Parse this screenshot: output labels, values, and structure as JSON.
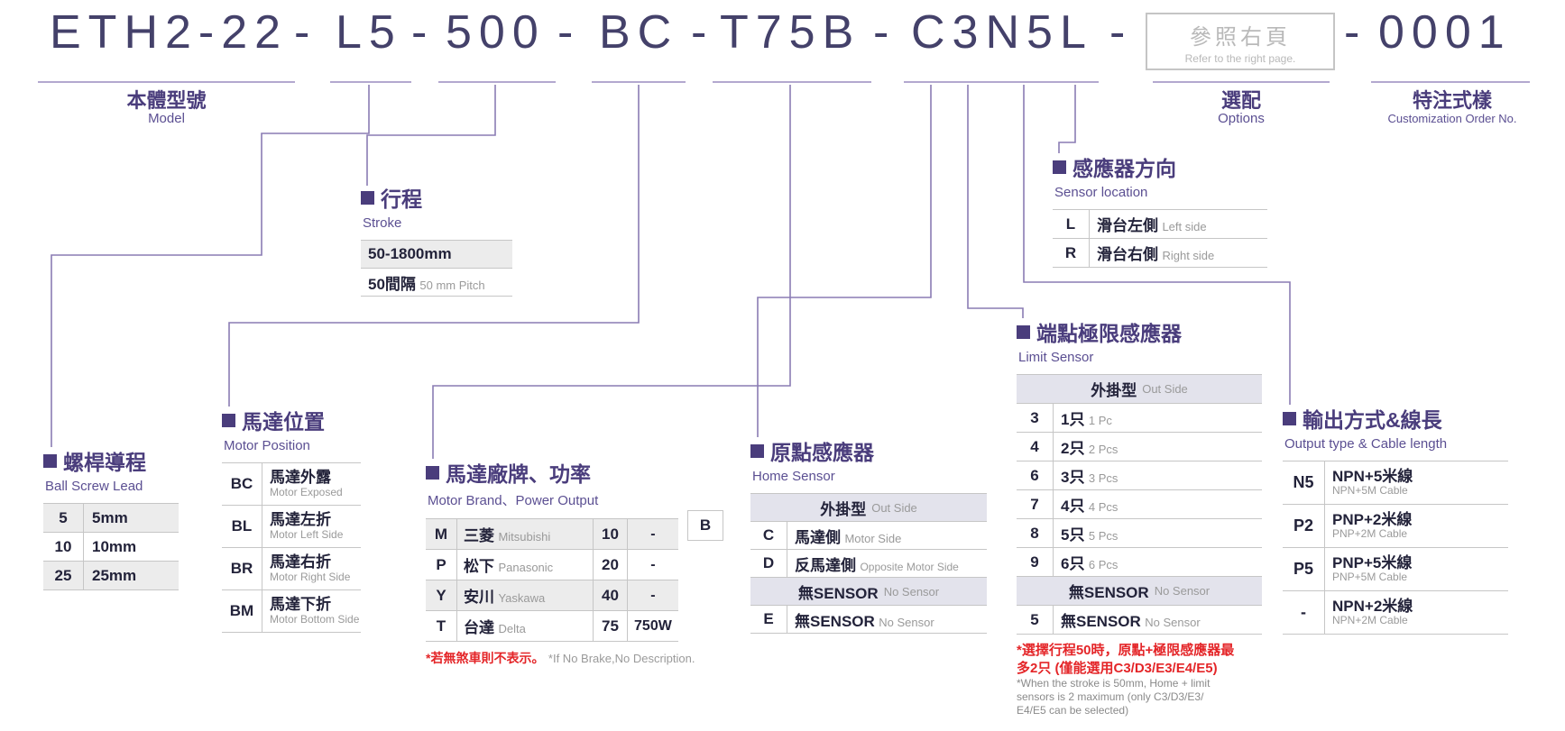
{
  "code": {
    "model": "ETH2-22",
    "dash": "-",
    "lead": "L5",
    "stroke": "500",
    "motor_position": "BC",
    "motor": "T75B",
    "sensor": "C3N5L",
    "order_no": "0001"
  },
  "options_box": {
    "zh": "參照右頁",
    "en": "Refer to the right page."
  },
  "top_labels": {
    "model_zh": "本體型號",
    "model_en": "Model",
    "options_zh": "選配",
    "options_en": "Options",
    "custom_zh": "特注式樣",
    "custom_en": "Customization Order No."
  },
  "sections": {
    "ball_screw": {
      "title": "螺桿導程",
      "subtitle": "Ball Screw Lead",
      "rows": [
        {
          "code": "5",
          "value": "5mm"
        },
        {
          "code": "10",
          "value": "10mm"
        },
        {
          "code": "25",
          "value": "25mm"
        }
      ]
    },
    "motor_position": {
      "title": "馬達位置",
      "subtitle": "Motor Position",
      "rows": [
        {
          "code": "BC",
          "zh": "馬達外露",
          "en": "Motor Exposed"
        },
        {
          "code": "BL",
          "zh": "馬達左折",
          "en": "Motor Left Side"
        },
        {
          "code": "BR",
          "zh": "馬達右折",
          "en": "Motor Right Side"
        },
        {
          "code": "BM",
          "zh": "馬達下折",
          "en": "Motor Bottom Side"
        }
      ]
    },
    "stroke": {
      "title": "行程",
      "subtitle": "Stroke",
      "range": "50-1800mm",
      "pitch_zh": "50間隔",
      "pitch_en": "50 mm Pitch"
    },
    "motor_brand": {
      "title": "馬達廠牌、功率",
      "subtitle": "Motor Brand、Power Output",
      "rows": [
        {
          "code": "M",
          "zh": "三菱",
          "en": "Mitsubishi",
          "pcode": "10",
          "pval": "-"
        },
        {
          "code": "P",
          "zh": "松下",
          "en": "Panasonic",
          "pcode": "20",
          "pval": "-"
        },
        {
          "code": "Y",
          "zh": "安川",
          "en": "Yaskawa",
          "pcode": "40",
          "pval": "-"
        },
        {
          "code": "T",
          "zh": "台達",
          "en": "Delta",
          "pcode": "75",
          "pval": "750W"
        }
      ],
      "brake": "B",
      "note_zh": "*若無煞車則不表示。",
      "note_en": "*If No Brake,No Description."
    },
    "home_sensor": {
      "title": "原點感應器",
      "subtitle": "Home Sensor",
      "group_out_zh": "外掛型",
      "group_out_en": "Out Side",
      "rows": [
        {
          "code": "C",
          "zh": "馬達側",
          "en": "Motor Side"
        },
        {
          "code": "D",
          "zh": "反馬達側",
          "en": "Opposite Motor Side"
        }
      ],
      "group_none_zh": "無SENSOR",
      "group_none_en": "No Sensor",
      "none_row": {
        "code": "E",
        "zh": "無SENSOR",
        "en": "No Sensor"
      }
    },
    "limit_sensor": {
      "title": "端點極限感應器",
      "subtitle": "Limit Sensor",
      "group_out_zh": "外掛型",
      "group_out_en": "Out Side",
      "rows": [
        {
          "code": "3",
          "zh": "1只",
          "en": "1 Pc"
        },
        {
          "code": "4",
          "zh": "2只",
          "en": "2 Pcs"
        },
        {
          "code": "6",
          "zh": "3只",
          "en": "3 Pcs"
        },
        {
          "code": "7",
          "zh": "4只",
          "en": "4 Pcs"
        },
        {
          "code": "8",
          "zh": "5只",
          "en": "5 Pcs"
        },
        {
          "code": "9",
          "zh": "6只",
          "en": "6 Pcs"
        }
      ],
      "group_none_zh": "無SENSOR",
      "group_none_en": "No Sensor",
      "none_row": {
        "code": "5",
        "zh": "無SENSOR",
        "en": "No Sensor"
      },
      "note_zh_lines": [
        "*選擇行程50時，原點+極限感應器最",
        "多2只 (僅能選用C3/D3/E3/E4/E5)"
      ],
      "note_en_lines": [
        "*When the stroke is 50mm, Home + limit",
        "sensors is 2 maximum (only C3/D3/E3/",
        "E4/E5 can be selected)"
      ]
    },
    "sensor_location": {
      "title": "感應器方向",
      "subtitle": "Sensor location",
      "rows": [
        {
          "code": "L",
          "zh": "滑台左側",
          "en": "Left side"
        },
        {
          "code": "R",
          "zh": "滑台右側",
          "en": "Right side"
        }
      ]
    },
    "output": {
      "title": "輸出方式&線長",
      "subtitle": "Output type & Cable length",
      "rows": [
        {
          "code": "N5",
          "zh": "NPN+5米線",
          "en": "NPN+5M Cable"
        },
        {
          "code": "P2",
          "zh": "PNP+2米線",
          "en": "PNP+2M Cable"
        },
        {
          "code": "P5",
          "zh": "PNP+5米線",
          "en": "PNP+5M Cable"
        },
        {
          "code": "-",
          "zh": "NPN+2米線",
          "en": "NPN+2M Cable"
        }
      ]
    }
  },
  "colors": {
    "accent_purple": "#4a3d7c",
    "code_text": "#44416a",
    "connector_line": "#8a7cb4",
    "note_red": "#e42528",
    "gray_text": "#9a9a9a",
    "shade_bg": "#ececec",
    "group_bg": "#e3e3ec"
  }
}
